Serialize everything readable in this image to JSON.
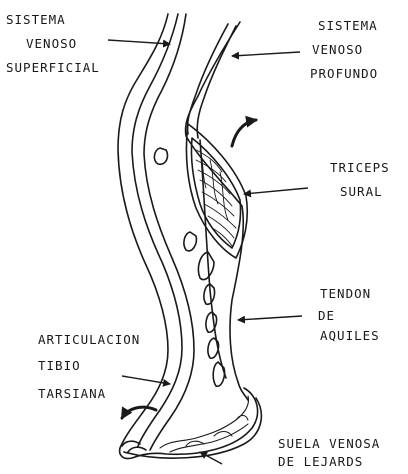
{
  "labels": {
    "superficial": [
      "SISTEMA",
      "VENOSO",
      "SUPERFICIAL"
    ],
    "profundo": [
      "SISTEMA",
      "VENOSO",
      "PROFUNDO"
    ],
    "triceps": [
      "TRICEPS",
      "SURAL"
    ],
    "tendon": [
      "TENDON",
      "DE",
      "AQUILES"
    ],
    "articulacion": [
      "ARTICULACION",
      "TIBIO",
      "TARSIANA"
    ],
    "suela": [
      "SUELA VENOSA",
      "DE LEJARDS"
    ]
  },
  "colors": {
    "ink": "#1a1a1a",
    "background": "#ffffff"
  }
}
